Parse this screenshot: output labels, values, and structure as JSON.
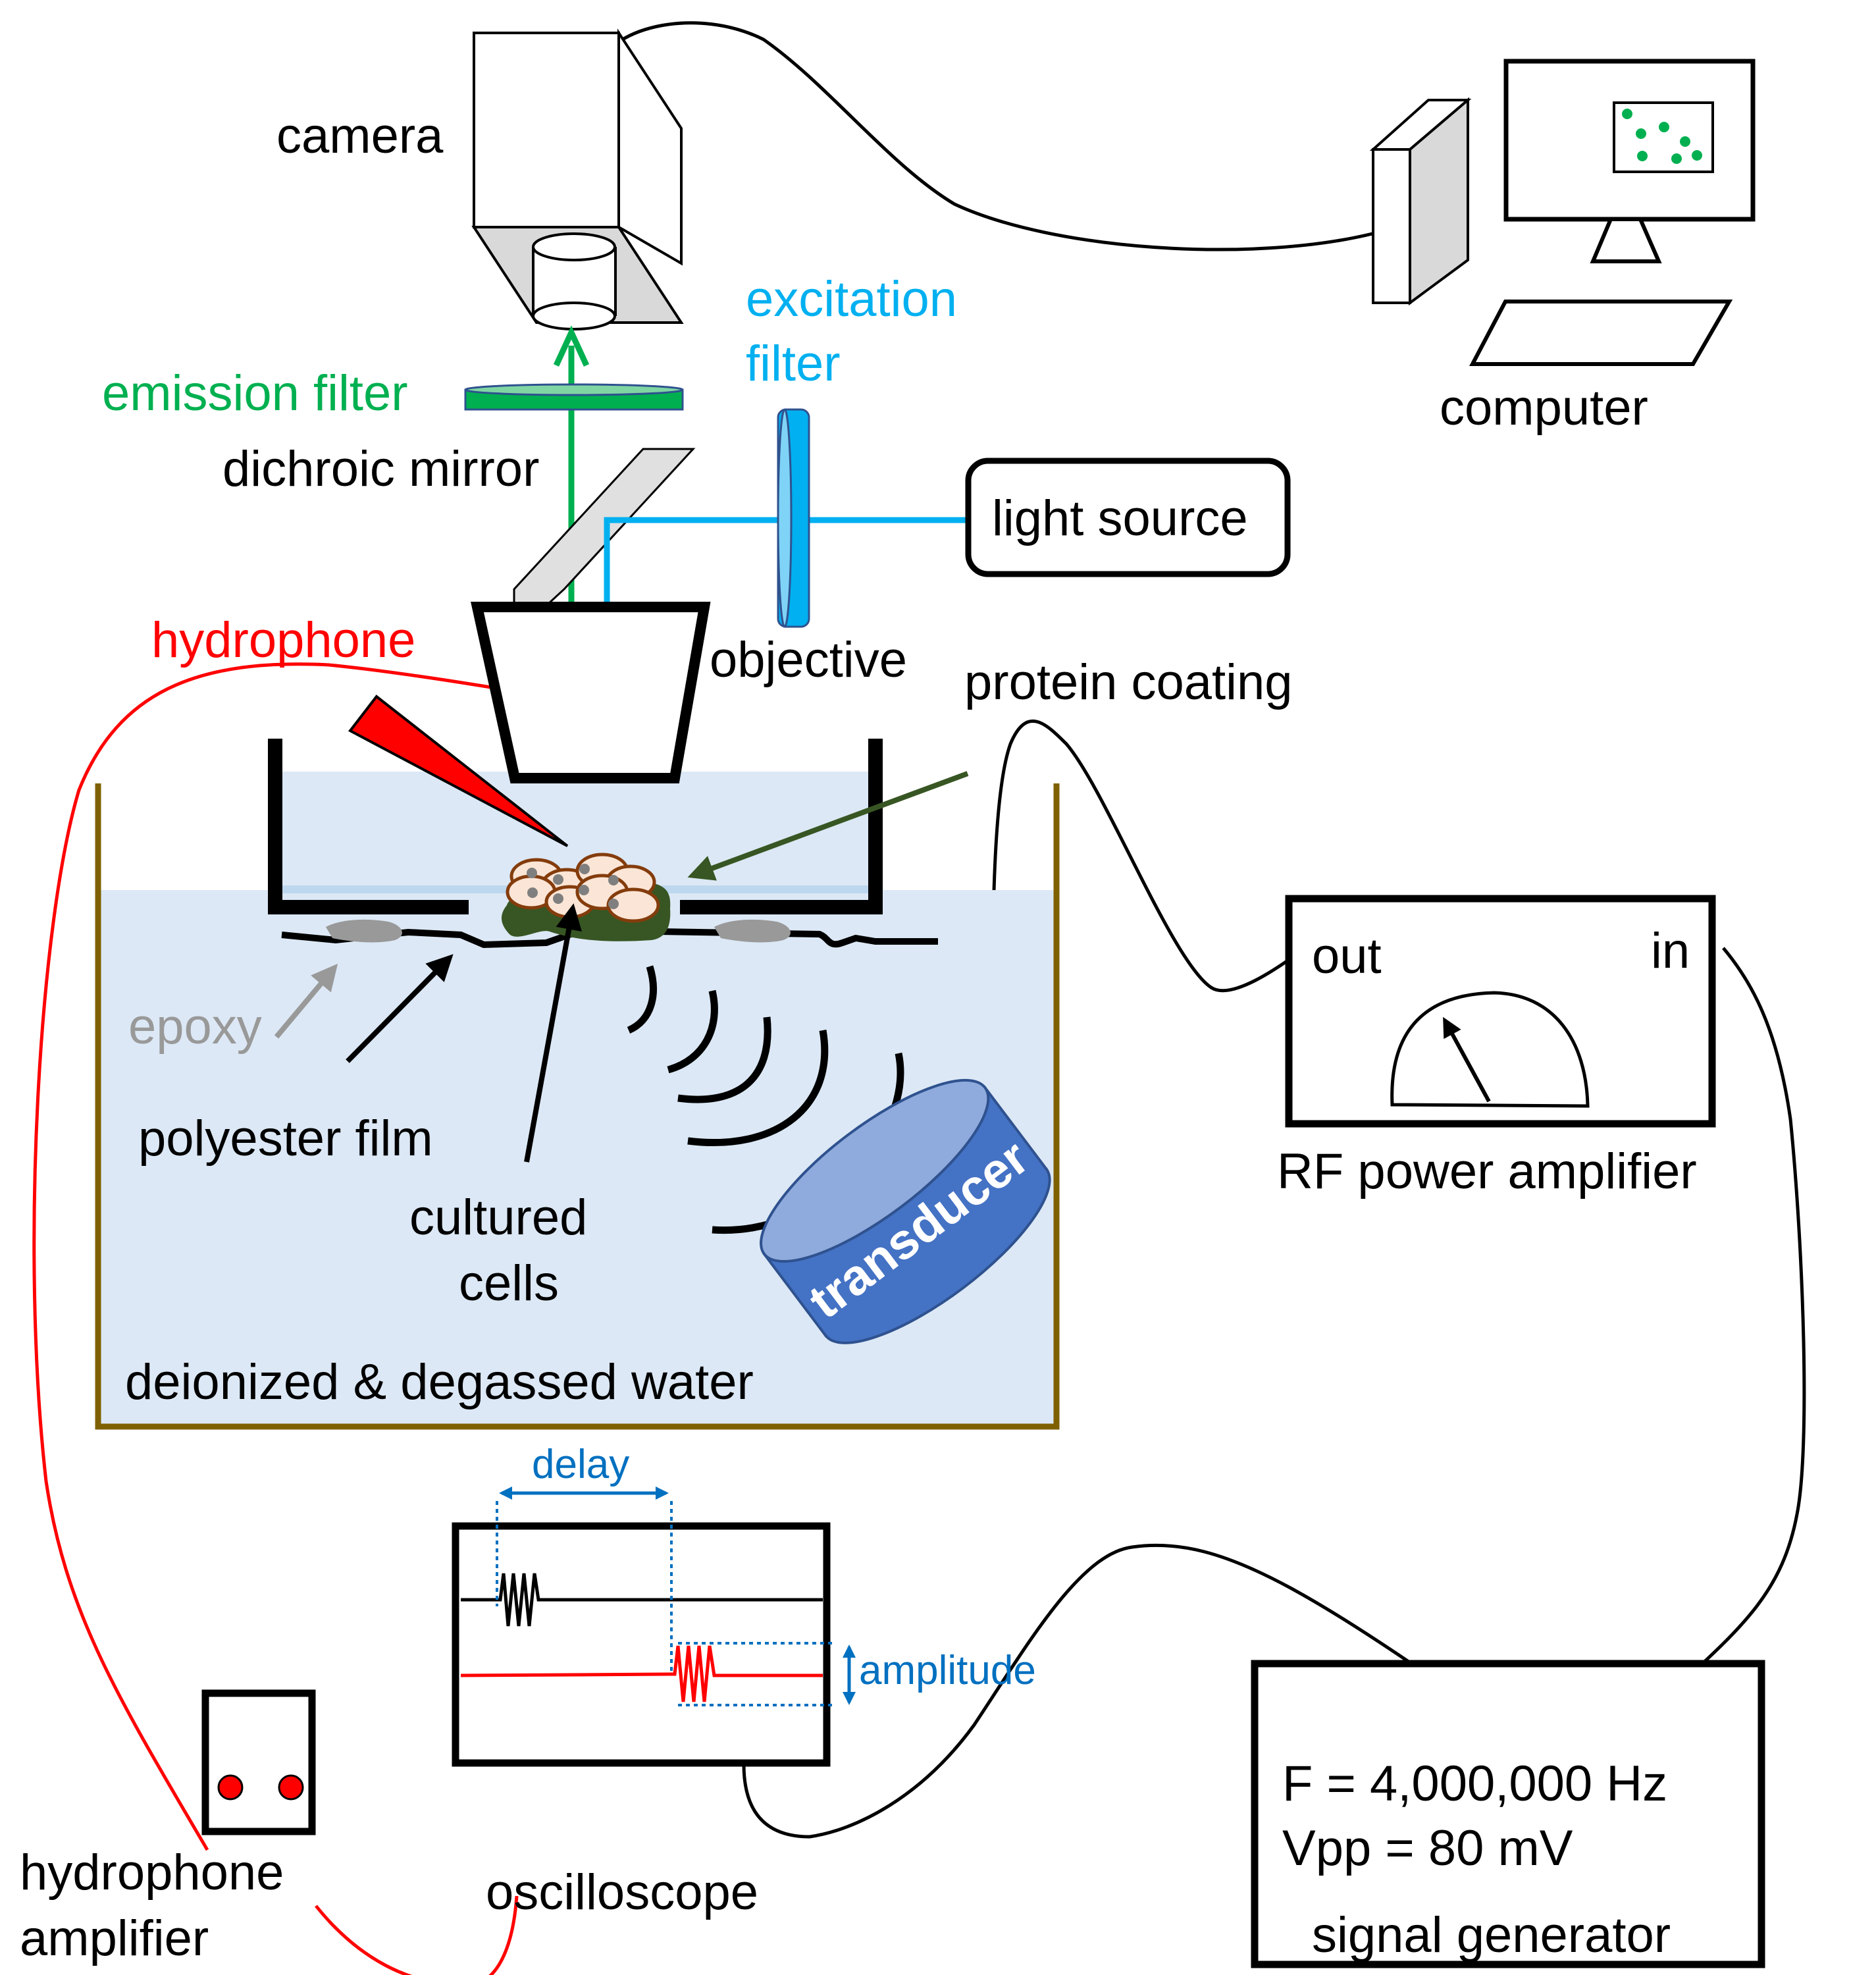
{
  "title": "Ultrasound stimulation and fluorescence imaging setup",
  "colors": {
    "emission": "#00b050",
    "excitation": "#00b0f0",
    "hydrophone": "#ff0000",
    "water": "#dce8f5",
    "tank_border": "#7f6000",
    "protein_arrow": "#375623",
    "transducer": "#4472c4",
    "transducer_top": "#8faadc",
    "annotation_blue": "#0070c0",
    "epoxy": "#999999",
    "cell_fill": "#fbe5d6",
    "cell_border": "#843c0c",
    "nucleus": "#7f7f7f",
    "screen_dots": "#00b050"
  },
  "labels": {
    "camera": "camera",
    "computer": "computer",
    "excitation_filter_line1": "excitation",
    "excitation_filter_line2": "filter",
    "emission_filter": "emission filter",
    "dichroic_mirror": "dichroic mirror",
    "light_source": "light source",
    "hydrophone": "hydrophone",
    "objective": "objective",
    "protein_coating": "protein coating",
    "epoxy": "epoxy",
    "polyester_film": "polyester film",
    "cultured_cells_line1": "cultured",
    "cultured_cells_line2": "cells",
    "transducer": "transducer",
    "water": "deionized & degassed water",
    "amp_out": "out",
    "amp_in": "in",
    "rf_power_amplifier": "RF power amplifier",
    "delay": "delay",
    "amplitude": "amplitude",
    "hydrophone_amplifier_line1": "hydrophone",
    "hydrophone_amplifier_line2": "amplifier",
    "oscilloscope": "oscilloscope",
    "signal_generator": "signal generator"
  },
  "signal_generator": {
    "frequency_text": "F = 4,000,000 Hz",
    "vpp_text": "Vpp = 80 mV"
  }
}
